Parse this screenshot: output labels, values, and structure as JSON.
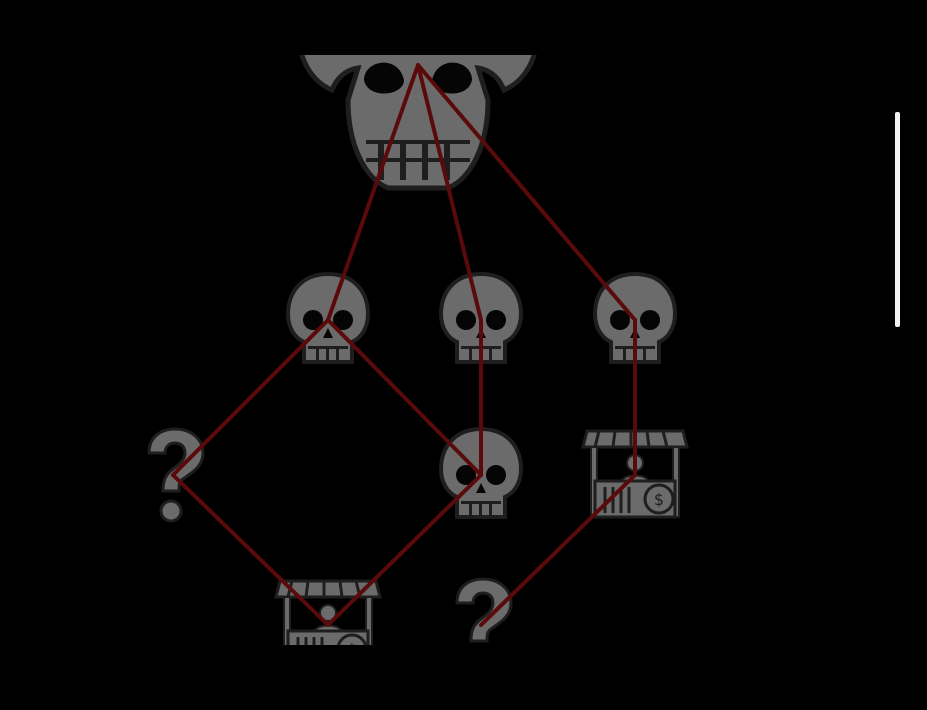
{
  "map": {
    "background": "#000000",
    "path_color": "#5a0a0a",
    "icon_color": "#6b6b6b",
    "icon_outline": "#222222",
    "nodes": [
      {
        "id": "boss",
        "type": "boss-skull",
        "icon": "boss-skull-icon"
      },
      {
        "id": "r1a",
        "type": "skull",
        "icon": "skull-icon"
      },
      {
        "id": "r1b",
        "type": "skull",
        "icon": "skull-icon"
      },
      {
        "id": "r1c",
        "type": "skull",
        "icon": "skull-icon"
      },
      {
        "id": "r2a",
        "type": "unknown",
        "icon": "question-mark-icon"
      },
      {
        "id": "r2b",
        "type": "skull",
        "icon": "skull-icon"
      },
      {
        "id": "r2c",
        "type": "shop",
        "icon": "shop-stall-icon"
      },
      {
        "id": "r3a",
        "type": "shop",
        "icon": "shop-stall-icon"
      },
      {
        "id": "r3b",
        "type": "unknown",
        "icon": "question-mark-icon"
      }
    ],
    "connections": [
      [
        "boss",
        "r1a"
      ],
      [
        "boss",
        "r1b"
      ],
      [
        "boss",
        "r1c"
      ],
      [
        "r1a",
        "r2a"
      ],
      [
        "r1a",
        "r2b"
      ],
      [
        "r1b",
        "r2b"
      ],
      [
        "r1c",
        "r2c"
      ],
      [
        "r2a",
        "r3a"
      ],
      [
        "r2b",
        "r3a"
      ],
      [
        "r2c",
        "r3b"
      ]
    ]
  },
  "scrollbar": {
    "color": "#f2f2f2"
  }
}
